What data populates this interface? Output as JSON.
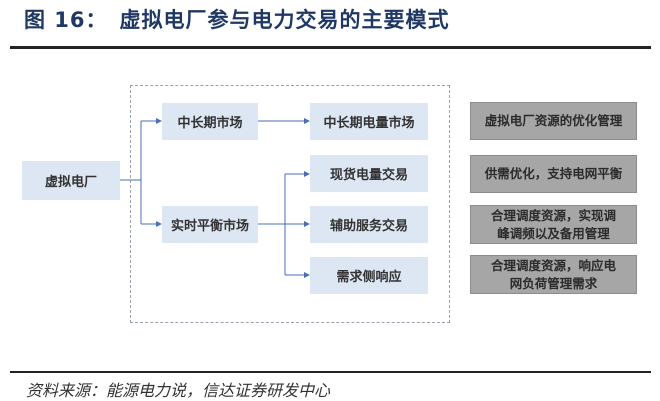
{
  "title": {
    "figure_label": "图 16：",
    "text": "虚拟电厂参与电力交易的主要模式"
  },
  "diagram": {
    "root": "虚拟电厂",
    "markets": [
      {
        "label": "中长期市场",
        "children": [
          "中长期电量市场"
        ]
      },
      {
        "label": "实时平衡市场",
        "children": [
          "现货电量交易",
          "辅助服务交易",
          "需求侧响应"
        ]
      }
    ],
    "benefits": [
      "虚拟电厂资源的优化管理",
      "供需优化，支持电网平衡",
      "合理调度资源，实现调峰调频以及备用管理",
      "合理调度资源，响应电网负荷管理需求"
    ],
    "colors": {
      "node_fill": "#dde7f3",
      "benefit_fill": "#a6a6a6",
      "connector": "#4a6fb5",
      "title": "#1f3864"
    }
  },
  "source": "资料来源：能源电力说，信达证券研发中心"
}
